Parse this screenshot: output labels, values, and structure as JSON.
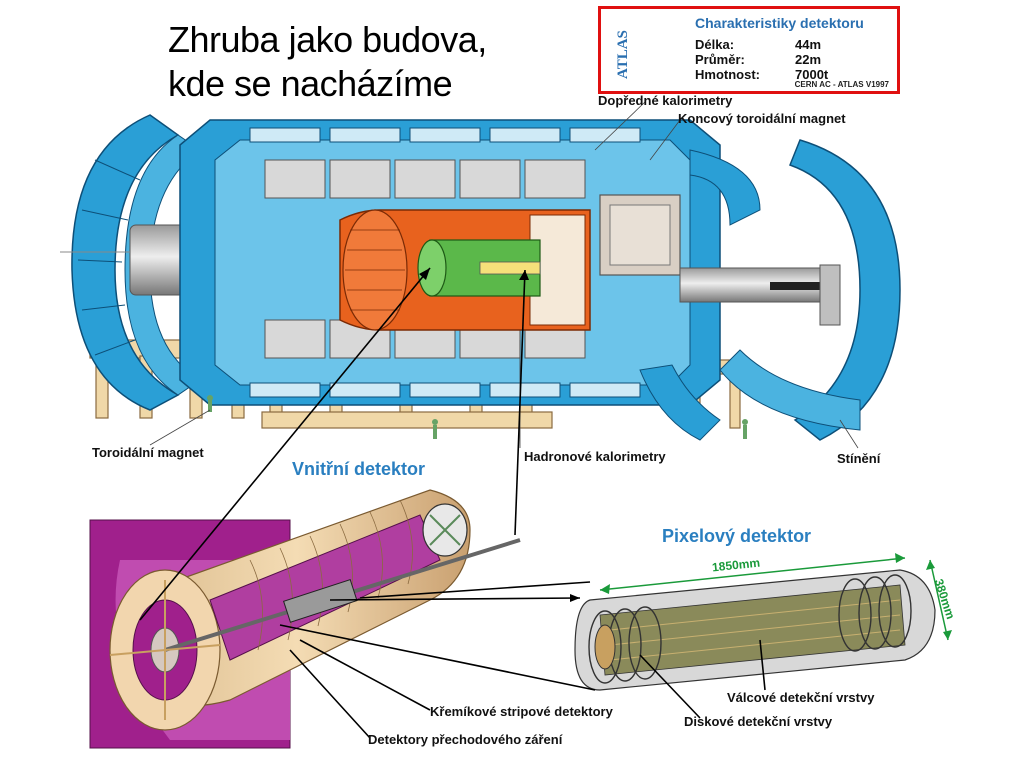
{
  "title": {
    "line1": "Zhruba jako budova,",
    "line2": "kde se nacházíme"
  },
  "spec_box": {
    "heading": "Charakteristiky detektoru",
    "logo_text": "ATLAS",
    "rows": [
      {
        "label": "Délka:",
        "value": "44m"
      },
      {
        "label": "Průměr:",
        "value": "22m"
      },
      {
        "label": "Hmotnost:",
        "value": "7000t"
      }
    ],
    "credit": "CERN AC - ATLAS V1997"
  },
  "labels": {
    "forward_calorimeters": "Dopředné kalorimetry",
    "end_cap_toroid": "Koncový toroidální magnet",
    "toroid_magnet": "Toroidální magnet",
    "hadronic_calorimeters": "Hadronové kalorimetry",
    "shielding": "Stínění",
    "inner_detector": "Vnitřní detektor",
    "pixel_detector": "Pixelový detektor",
    "length_dim": "1850mm",
    "diameter_dim": "380mm",
    "barrel_layers": "Válcové detekční vrstvy",
    "disk_layers": "Diskové detekční vrstvy",
    "silicon_strip": "Křemíkové stripové detektory",
    "trt": "Detektory přechodového záření"
  },
  "colors": {
    "toroid_blue": "#2a9fd6",
    "calorimeter_orange": "#e8621e",
    "inner_green": "#5bb84a",
    "support_tan": "#f0d8a8",
    "inner_magenta": "#a0208c",
    "highlight_red": "#e01010",
    "label_blue": "#2a7fc0"
  }
}
